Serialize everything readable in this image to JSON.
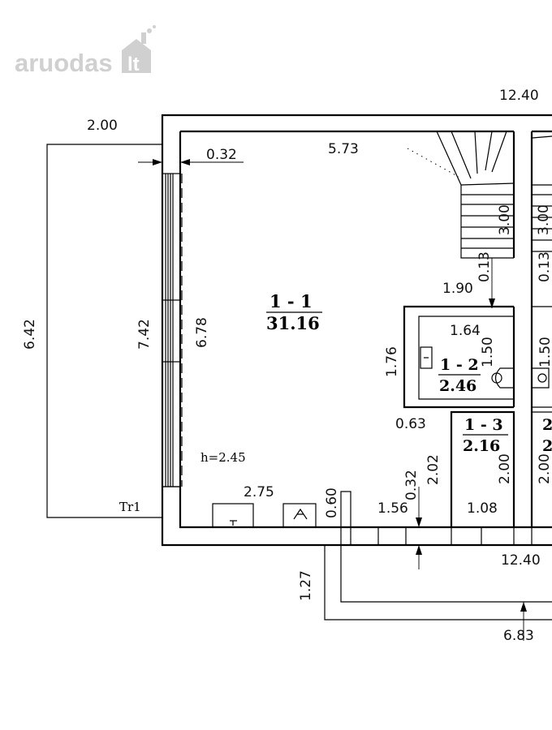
{
  "watermark": {
    "brand": "aruodas",
    "suffix": "lt"
  },
  "rooms": {
    "r1": {
      "id": "1 - 1",
      "area": "31.16"
    },
    "r2": {
      "id": "1 - 2",
      "area": "2.46"
    },
    "r3": {
      "id": "1 - 3",
      "area": "2.16"
    },
    "r4": {
      "id": "2",
      "area": "2"
    }
  },
  "notes": {
    "height": "h=2.45",
    "terrace": "Tr1"
  },
  "dimensions": {
    "total_top": "12.40",
    "terrace_width": "2.00",
    "wall_offset": "0.32",
    "inner_top": "5.73",
    "terrace_depth": "6.42",
    "window_wall": "7.42",
    "room_depth": "6.78",
    "stair_left": "3.00",
    "stair_right": "3.00",
    "offset_left": "0.13",
    "offset_right": "0.13",
    "corridor": "1.90",
    "wc_width": "1.64",
    "wc_depth_left": "1.50",
    "wc_depth_right": "1.50",
    "wc_outer": "1.76",
    "partition": "0.63",
    "door_offset": "0.32",
    "door_height": "2.02",
    "r3_depth": "2.00",
    "r4_depth": "2.00",
    "front_length": "2.75",
    "front_gap": "0.60",
    "front_seg": "1.56",
    "r3_width": "1.08",
    "total_bottom": "12.40",
    "porch_depth": "1.27",
    "porch_length": "6.83"
  }
}
